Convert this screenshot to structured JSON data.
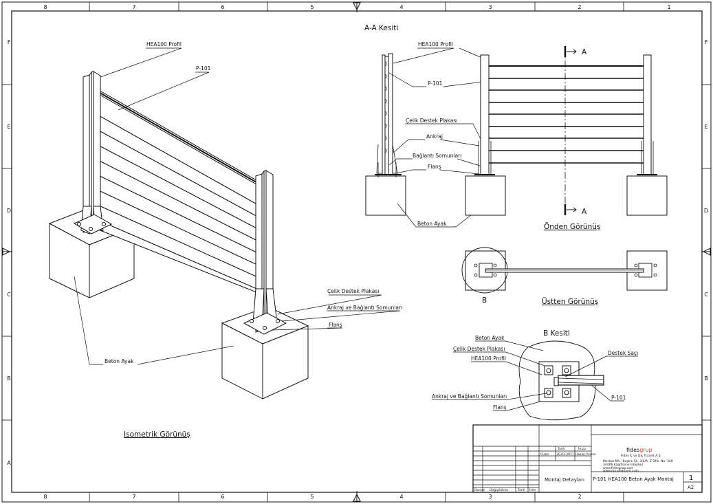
{
  "frame": {
    "columns": [
      "8",
      "7",
      "6",
      "5",
      "4",
      "3",
      "2",
      "1"
    ],
    "rows": [
      "F",
      "E",
      "D",
      "C",
      "B",
      "A"
    ]
  },
  "views": {
    "isometric": {
      "title": "Isometrik Görünüş",
      "labels": {
        "hea": "HEA100 Profil",
        "panel": "P-101",
        "plate": "Çelik Destek Plakası",
        "anchor": "Ankraj ve Bağlantı Somunları",
        "flange": "Flanş",
        "foot": "Beton Ayak"
      }
    },
    "section_aa": {
      "title": "A-A Kesiti",
      "labels": {
        "hea": "HEA100 Profil",
        "panel": "P-101",
        "plate": "Çelik Destek Plakası",
        "anchor": "Ankraj",
        "nut": "Bağlantı Somunları",
        "flange": "Flanş",
        "foot": "Beton Ayak"
      }
    },
    "front": {
      "title": "Önden Görünüş",
      "cut_label": "A"
    },
    "top": {
      "title": "Üstten Görünüş",
      "detail_label": "B"
    },
    "section_b": {
      "title": "B Kesiti",
      "labels": {
        "foot": "Beton Ayak",
        "plate": "Çelik Destek Plakası",
        "hea": "HEA100 Profil",
        "support": "Destek Saçı",
        "panel": "P-101",
        "anchor": "Ankraj ve Bağlantı Somunları",
        "flange": "Flanş"
      }
    }
  },
  "title_block": {
    "col_date": "Tarih",
    "col_sign": "İmza",
    "row_drawn": "Çizen",
    "drawn_date": "30.03.2017",
    "drawn_name": "Hasan Arslan",
    "company_brand_a": "fides",
    "company_brand_b": "grup",
    "company_name": "Fides İç ve Dış Ticaret A.Ş.",
    "address_1": "Merkez Mh., Beşkin Sk. 3/4/A, Z Ofis, No: 349",
    "address_2": "34406 Kağıthane İstanbul",
    "web_1": "www.fidesgrup.com",
    "web_2": "www.durulbariyeri.com",
    "sheet_name": "Montaj Detayları",
    "drawing_title": "P-101 HEA100 Beton Ayak Montaj",
    "sheet_no": "1",
    "paper": "A2",
    "rev_cols": [
      "Durum",
      "Değişiklikler",
      "Tarih",
      "İsim"
    ]
  },
  "colors": {
    "brand_accent": "#d9342b",
    "line": "#111111"
  }
}
